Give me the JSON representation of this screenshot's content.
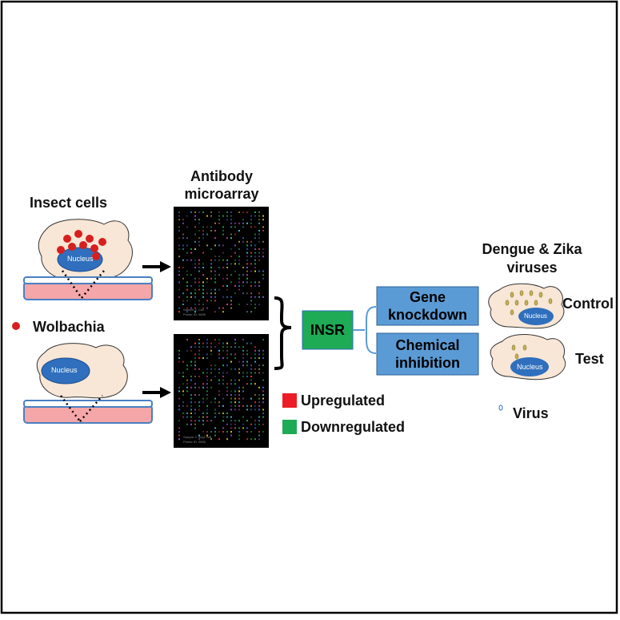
{
  "insect_cells": {
    "title": "Insect cells",
    "nucleus_label": "Nucleus",
    "wolbachia_label": "Wolbachia"
  },
  "microarray": {
    "title_line1": "Antibody",
    "title_line2": "microarray",
    "top_caption_line1": "Sample 2: Cell",
    "top_caption_line2": "Printer ID: 9830",
    "bottom_caption_line1": "Sample 2: sug2 WB",
    "bottom_caption_line2": "Printer ID: 9830"
  },
  "insr": {
    "label": "INSR"
  },
  "legend": {
    "upregulated": "Upregulated",
    "downregulated": "Downregulated"
  },
  "methods": {
    "gene_line1": "Gene",
    "gene_line2": "knockdown",
    "chem_line1": "Chemical",
    "chem_line2": "inhibition"
  },
  "viruses": {
    "title_line1": "Dengue & Zika",
    "title_line2": "viruses",
    "control": "Control",
    "test": "Test",
    "nucleus_label": "Nucleus",
    "virus_label": "Virus"
  },
  "colors": {
    "cell_fill": "#f8e6d6",
    "nucleus": "#2f6fbd",
    "wolbachia": "#d81e1e",
    "dish_fill": "#f4a6a8",
    "dish_border": "#4a7fc1",
    "insr_fill": "#1faa55",
    "method_fill": "#5b9bd5",
    "up": "#ee1c24",
    "down": "#1faa55",
    "virus": "#c4b05a"
  }
}
